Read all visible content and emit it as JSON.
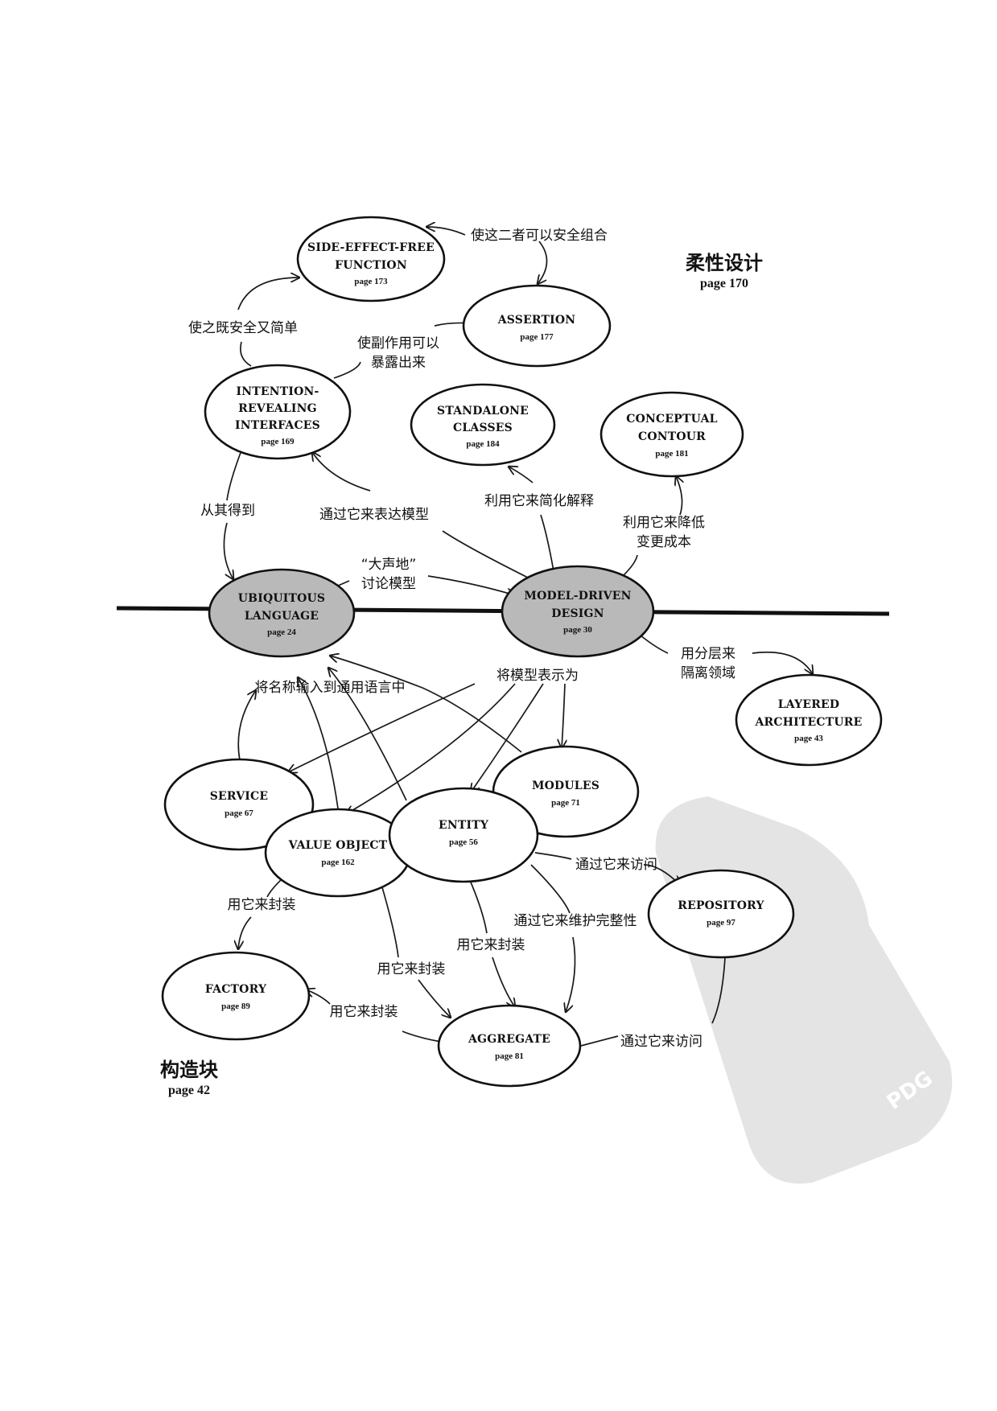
{
  "regions": {
    "supple_design": {
      "title": "柔性设计",
      "page": "page 170"
    },
    "building_blocks": {
      "title": "构造块",
      "page": "page 42"
    }
  },
  "nodes": {
    "side_effect_free": {
      "line1": "SIDE-EFFECT-FREE",
      "line2": "FUNCTION",
      "page": "page 173"
    },
    "assertion": {
      "line1": "ASSERTION",
      "page": "page 177"
    },
    "intention_revealing": {
      "line1": "INTENTION-",
      "line2": "REVEALING",
      "line3": "INTERFACES",
      "page": "page 169"
    },
    "standalone_classes": {
      "line1": "STANDALONE",
      "line2": "CLASSES",
      "page": "page 184"
    },
    "conceptual_contour": {
      "line1": "CONCEPTUAL",
      "line2": "CONTOUR",
      "page": "page 181"
    },
    "ubiquitous_language": {
      "line1": "UBIQUITOUS",
      "line2": "LANGUAGE",
      "page": "page 24"
    },
    "model_driven_design": {
      "line1": "MODEL-DRIVEN",
      "line2": "DESIGN",
      "page": "page 30"
    },
    "layered_architecture": {
      "line1": "LAYERED",
      "line2": "ARCHITECTURE",
      "page": "page 43"
    },
    "service": {
      "line1": "SERVICE",
      "page": "page 67"
    },
    "modules": {
      "line1": "MODULES",
      "page": "page 71"
    },
    "value_object": {
      "line1": "VALUE OBJECT",
      "page": "page 162"
    },
    "entity": {
      "line1": "ENTITY",
      "page": "page 56"
    },
    "repository": {
      "line1": "REPOSITORY",
      "page": "page 97"
    },
    "factory": {
      "line1": "FACTORY",
      "page": "page 89"
    },
    "aggregate": {
      "line1": "AGGREGATE",
      "page": "page 81"
    }
  },
  "edge_labels": {
    "combine_safely": "使这二者可以安全组合",
    "make_safe_simple": "使之既安全又简单",
    "expose_side_effects_1": "使副作用可以",
    "expose_side_effects_2": "暴露出来",
    "derive_from": "从其得到",
    "express_model": "通过它来表达模型",
    "simplify_interpretation": "利用它来简化解释",
    "reduce_cost_1": "利用它来降低",
    "reduce_cost_2": "变更成本",
    "talk_aloud_1": "“大声地”",
    "talk_aloud_2": "讨论模型",
    "isolate_domain_1": "用分层来",
    "isolate_domain_2": "隔离领域",
    "express_model_as": "将模型表示为",
    "names_into_language": "将名称输入到通用语言中",
    "access_with_entity": "通过它来访问",
    "encapsulate_vo": "用它来封装",
    "maintain_integrity": "通过它来维护完整性",
    "encapsulate_entity": "用它来封装",
    "encapsulate_vo_agg": "用它来封装",
    "encapsulate_factory": "用它来封装",
    "access_with_agg": "通过它来访问"
  },
  "watermark": {
    "text": "PDG"
  }
}
